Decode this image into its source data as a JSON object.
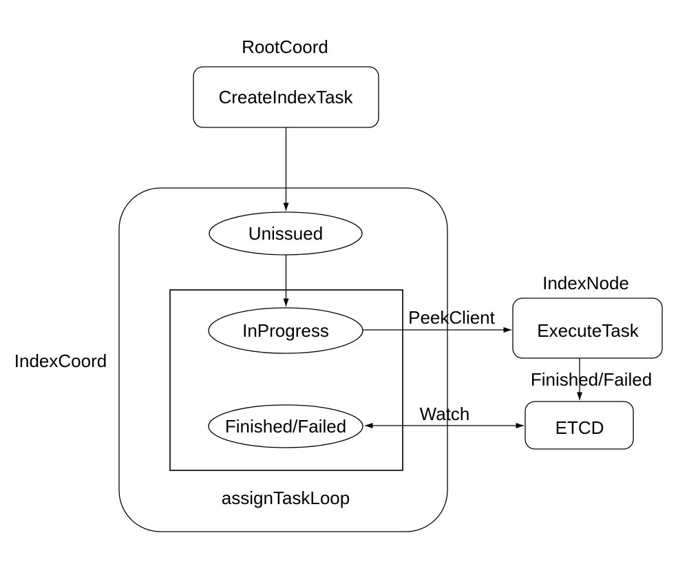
{
  "colors": {
    "background": "#ffffff",
    "stroke": "#000000",
    "text": "#000000"
  },
  "root_coord": {
    "label": "RootCoord",
    "node": "CreateIndexTask"
  },
  "index_coord": {
    "label": "IndexCoord",
    "loop_label": "assignTaskLoop",
    "states": {
      "unissued": "Unissued",
      "in_progress": "InProgress",
      "finished_failed": "Finished/Failed"
    }
  },
  "index_node": {
    "label": "IndexNode",
    "node": "ExecuteTask"
  },
  "etcd": {
    "node": "ETCD"
  },
  "edges": {
    "peek_client": "PeekClient",
    "finished_failed": "Finished/Failed",
    "watch": "Watch"
  }
}
